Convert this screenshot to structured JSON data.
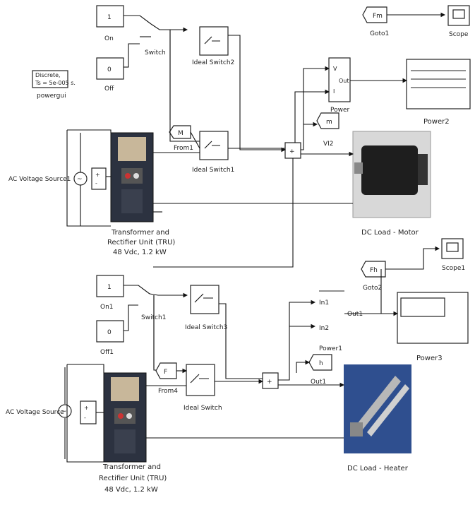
{
  "powergui": {
    "line1": "Discrete,",
    "line2": "Ts = 5e-005 s.",
    "label": "powergui"
  },
  "top": {
    "const_on_value": "1",
    "const_on_label": "On",
    "const_off_value": "0",
    "const_off_label": "Off",
    "switch_label": "Switch",
    "ideal_switch2_label": "Ideal Switch2",
    "ideal_switch1_label": "Ideal Switch1",
    "from_value": "M",
    "from_label": "From1",
    "ac_source_label": "AC Voltage Source1",
    "tru_line1": "Transformer and",
    "tru_line2": "Rectifier Unit (TRU)",
    "tru_line3": "48 Vdc, 1.2 kW",
    "power_in1": "V",
    "power_in2": "I",
    "power_out": "Out",
    "power_label": "Power",
    "goto_m_value": "m",
    "goto_m_label": "VI2",
    "motor_label": "DC Load - Motor",
    "from_fm_value": "Fm",
    "from_fm_label": "Goto1",
    "scope_label": "Scope",
    "power2_label": "Power2"
  },
  "bottom": {
    "const_on_value": "1",
    "const_on_label": "On1",
    "const_off_value": "0",
    "const_off_label": "Off1",
    "switch_label": "Switch1",
    "ideal_switch3_label": "Ideal Switch3",
    "ideal_switch_label": "Ideal Switch",
    "from_value": "F",
    "from_label": "From4",
    "ac_source_label": "AC Voltage Source",
    "tru_line1": "Transformer and",
    "tru_line2": "Rectifier Unit (TRU)",
    "tru_line3": "48 Vdc, 1.2 kW",
    "in1": "In1",
    "in2": "In2",
    "out1": "Out1",
    "power1_label": "Power1",
    "goto_h_value": "h",
    "goto_fh_value": "Fh",
    "goto_fh_label": "Goto2",
    "scope1_label": "Scope1",
    "power3_label": "Power3",
    "heater_label": "DC Load - Heater"
  },
  "colors": {
    "motor_bg": "#d8d8d8",
    "heater_bg": "#2f4f8f",
    "tru_body": "#2c3240",
    "tru_top": "#c8b79a"
  }
}
